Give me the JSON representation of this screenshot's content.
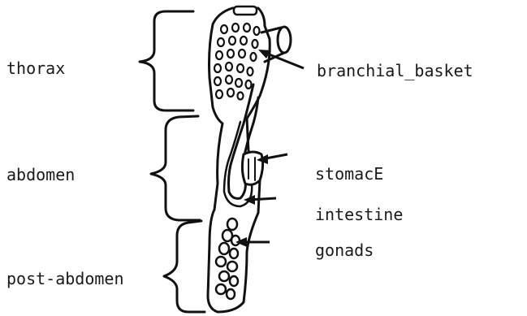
{
  "labels": {
    "thorax": "thorax",
    "abdomen": "abdomen",
    "post_abdomen": "post-abdomen",
    "branchial_basket": "branchial_basket",
    "stomach": "stomacE",
    "intestine": "intestine",
    "gonads": "gonads"
  }
}
